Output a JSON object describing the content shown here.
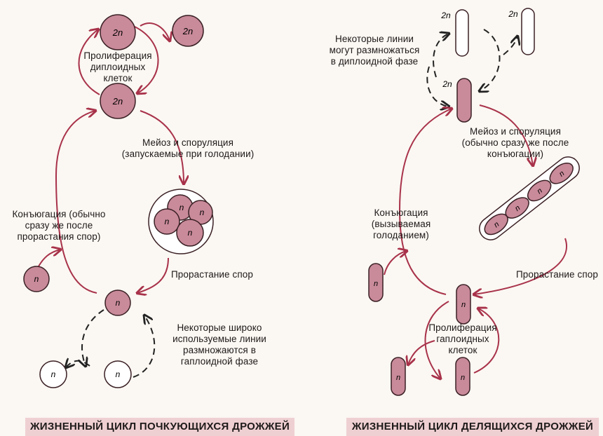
{
  "colors": {
    "cell_fill": "#c98a9a",
    "cell_stroke": "#3a2025",
    "arrow": "#a8324a",
    "footer_bg": "#efd0d2"
  },
  "budding": {
    "diploid_label": "2n",
    "haploid_label": "n",
    "proliferation_diploid": [
      "Пролиферация",
      "диплоидных",
      "клеток"
    ],
    "meiosis": [
      "Мейоз и споруляция",
      "(запускаемые при голодании)"
    ],
    "germination": "Прорастание спор",
    "conjugation": [
      "Конъюгация  (обычно",
      "сразу же после",
      "прорастания спор)"
    ],
    "haploid_lines": [
      "Некоторые широко",
      "используемые линии",
      "размножаются в",
      "гаплоидной фазе"
    ],
    "title": "ЖИЗНЕННЫЙ ЦИКЛ ПОЧКУЮЩИХСЯ ДРОЖЖЕЙ"
  },
  "fission": {
    "diploid_label": "2n",
    "haploid_label": "n",
    "diploid_lines": [
      "Некоторые линии",
      "могут размножаться",
      "в диплоидной фазе"
    ],
    "meiosis": [
      "Мейоз и споруляция",
      "(обычно сразу же после",
      "конъюгации)"
    ],
    "conjugation": [
      "Конъюгация",
      "(вызываемая",
      "голоданием)"
    ],
    "germination": "Прорастание спор",
    "proliferation_haploid": [
      "Пролиферация",
      "гаплоидных",
      "клеток"
    ],
    "title": "ЖИЗНЕННЫЙ ЦИКЛ ДЕЛЯЩИХСЯ ДРОЖЖЕЙ"
  }
}
